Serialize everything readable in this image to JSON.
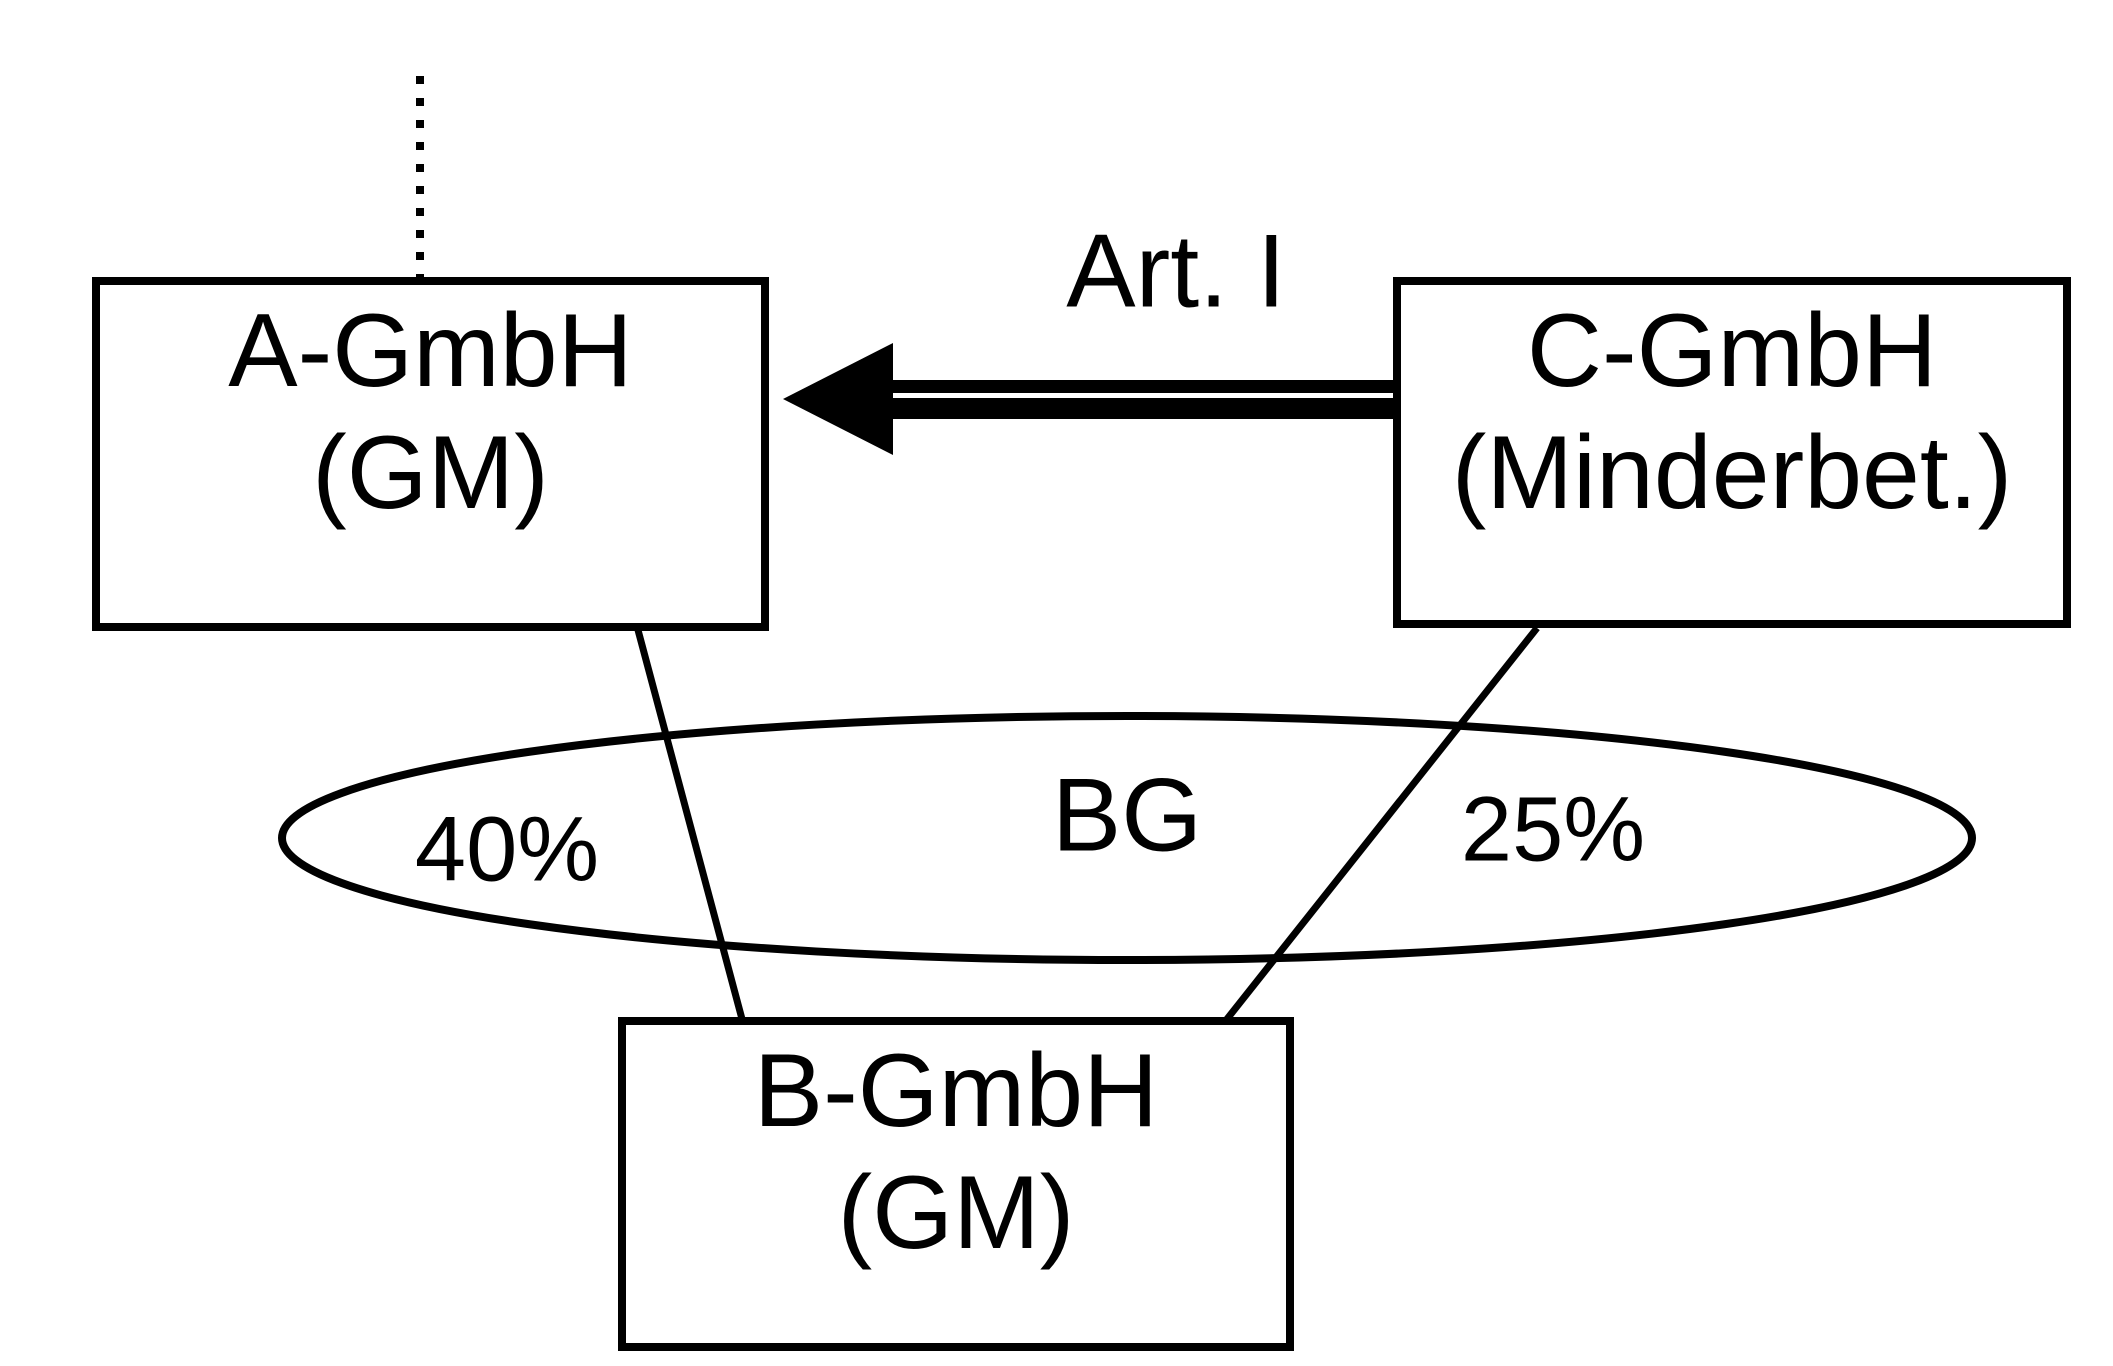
{
  "diagram": {
    "title_hint": "Corporate shareholding structure diagram",
    "colors": {
      "stroke": "#000000",
      "background": "#ffffff"
    },
    "nodes": {
      "a": {
        "line1": "A-GmbH",
        "line2": "(GM)"
      },
      "c": {
        "line1": "C-GmbH",
        "line2": "(Minderbet.)"
      },
      "b": {
        "line1": "B-GmbH",
        "line2": "(GM)"
      }
    },
    "group": {
      "label": "BG"
    },
    "edges": {
      "arrow_label": "Art. I",
      "a_to_b_share": "40%",
      "c_to_b_share": "25%"
    }
  }
}
